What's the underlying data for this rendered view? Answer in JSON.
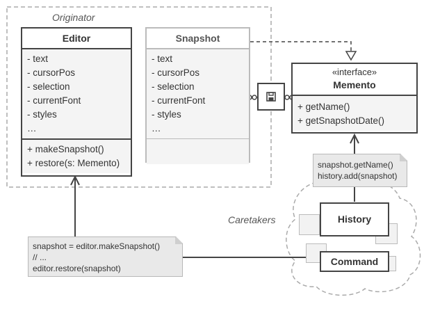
{
  "originator_label": "Originator",
  "caretakers_label": "Caretakers",
  "editor": {
    "title": "Editor",
    "fields": [
      "- text",
      "- cursorPos",
      "- selection",
      "- currentFont",
      "- styles",
      "…"
    ],
    "methods": [
      "+ makeSnapshot()",
      "+ restore(s: Memento)"
    ]
  },
  "snapshot": {
    "title": "Snapshot",
    "fields": [
      "- text",
      "- cursorPos",
      "- selection",
      "- currentFont",
      "- styles",
      "…"
    ]
  },
  "memento": {
    "stereotype": "«interface»",
    "title": "Memento",
    "methods": [
      "+ getName()",
      "+ getSnapshotDate()"
    ]
  },
  "history_note": [
    "snapshot.getName()",
    "history.add(snapshot)"
  ],
  "command_note": [
    "snapshot = editor.makeSnapshot()",
    "// ...",
    "editor.restore(snapshot)"
  ],
  "history": {
    "title": "History"
  },
  "command": {
    "title": "Command"
  },
  "save_icon": "floppy-disk-icon",
  "colors": {
    "border": "#444444",
    "dashed": "#aaaaaa",
    "note_bg": "#e9e9e9"
  }
}
